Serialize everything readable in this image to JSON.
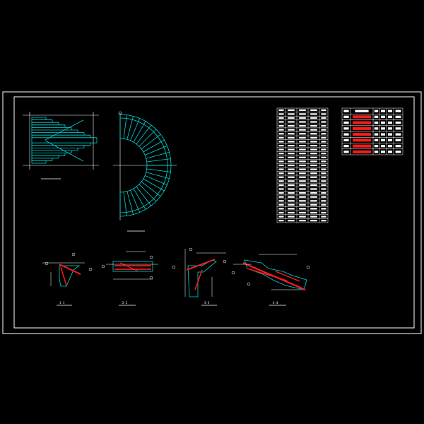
{
  "colors": {
    "background": "#000000",
    "frame": "#ffffff",
    "stair": "#00d8d8",
    "rebar": "#ff1a1a",
    "dim": "#ffffff",
    "table_line": "#ffffff"
  },
  "drawing": {
    "side_view_title": "",
    "plan_view_title": "",
    "section_labels": [
      "1-1",
      "2-2",
      "3-3",
      "4-4"
    ]
  },
  "table_main": {
    "title": "",
    "rows": 29,
    "cols": 5
  },
  "table_rebar": {
    "title": "",
    "rows": 8,
    "cols": 6
  },
  "icons": [
    "north-axis-icon",
    "section-marker-icon"
  ]
}
